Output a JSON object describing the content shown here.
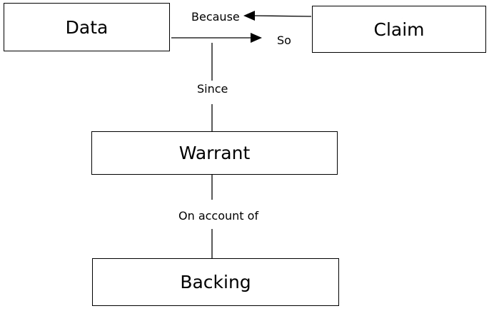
{
  "boxes": {
    "data": "Data",
    "claim": "Claim",
    "warrant": "Warrant",
    "backing": "Backing"
  },
  "connector_labels": {
    "because": "Because",
    "so": "So",
    "since": "Since",
    "on_account_of": "On account of"
  },
  "colors": {
    "line": "#000000",
    "background": "#ffffff"
  }
}
